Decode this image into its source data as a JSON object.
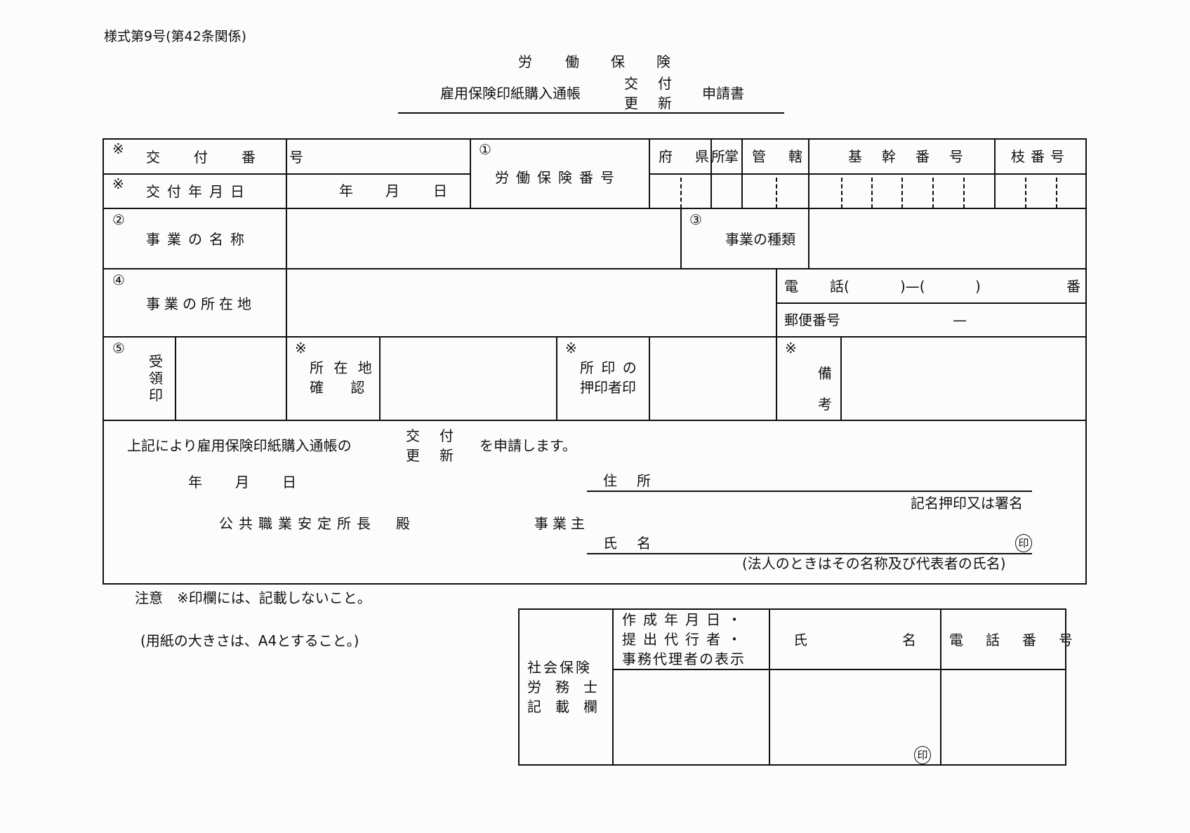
{
  "form_label": "様式第9号(第42条関係)",
  "title": {
    "line1": [
      "労",
      "働",
      "保",
      "険"
    ],
    "line2_prefix": "雇用保険印紙購入通帳",
    "options": [
      "交　付",
      "更　新"
    ],
    "suffix": "申請書"
  },
  "table": {
    "issue_number": {
      "mark": "※",
      "label": "交　付　番　号",
      "value": ""
    },
    "issue_date": {
      "mark": "※",
      "label": "交付年月日",
      "date_parts": [
        "年",
        "月",
        "日"
      ]
    },
    "labor_insurance_number": {
      "mark": "①",
      "label": "労働保険番号",
      "columns": [
        "府　県",
        "所掌",
        "管　轄",
        "基　幹　番　号",
        "枝番号"
      ],
      "values": [
        "",
        "",
        "",
        "",
        ""
      ]
    },
    "business_name": {
      "mark": "②",
      "label": "事業の名称",
      "value": ""
    },
    "business_type": {
      "mark": "③",
      "label": "事業の種類",
      "value": ""
    },
    "business_address": {
      "mark": "④",
      "label": "事業の所在地",
      "value": ""
    },
    "phone": {
      "label_a": "電",
      "label_b": "話(",
      "mid": ")—(",
      "close": ")",
      "suffix": "番"
    },
    "postal": {
      "label": "郵便番号",
      "dash": "—"
    },
    "receipt": {
      "mark": "⑤",
      "label": "受領印"
    },
    "location_check": {
      "mark": "※",
      "label_lines": [
        "所 在 地",
        "確　 認"
      ]
    },
    "stamper": {
      "mark": "※",
      "label_lines": [
        "所 印 の",
        "押印者印"
      ]
    },
    "remarks": {
      "mark": "※",
      "label_lines": [
        "備",
        "考"
      ]
    }
  },
  "declaration": {
    "text_prefix": "上記により雇用保険印紙購入通帳の",
    "options": [
      "交　付",
      "更　新"
    ],
    "text_suffix": "を申請します。",
    "date_parts": [
      "年",
      "月",
      "日"
    ],
    "addressee": "公共職業安定所長　殿",
    "employer_label": "事業主",
    "address_label": "住　所",
    "sign_note": "記名押印又は署名",
    "name_label": "氏　名",
    "seal": "印",
    "corp_note": "(法人のときはその名称及び代表者の氏名)"
  },
  "notes": {
    "caution": "注意　※印欄には、記載しないこと。",
    "paper_size": "(用紙の大きさは、A4とすること。)"
  },
  "sharoushi_box": {
    "title_lines": [
      "社会保険",
      "労　務　士",
      "記　載　欄"
    ],
    "header_col1_lines": [
      "作成年月日・",
      "提出代行者・",
      "事務代理者の表示"
    ],
    "header_name_a": "氏",
    "header_name_b": "名",
    "header_phone": "電　話　番　号",
    "seal": "印"
  }
}
